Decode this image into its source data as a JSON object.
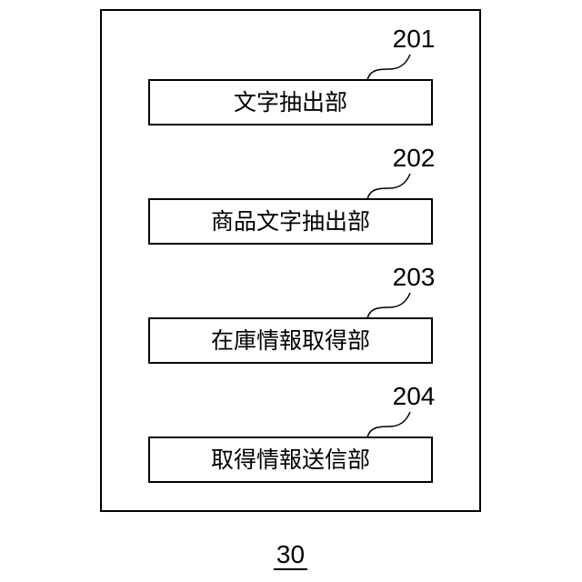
{
  "figure_label": "30",
  "blocks": [
    {
      "ref": "201",
      "label": "文字抽出部"
    },
    {
      "ref": "202",
      "label": "商品文字抽出部"
    },
    {
      "ref": "203",
      "label": "在庫情報取得部"
    },
    {
      "ref": "204",
      "label": "取得情報送信部"
    }
  ]
}
